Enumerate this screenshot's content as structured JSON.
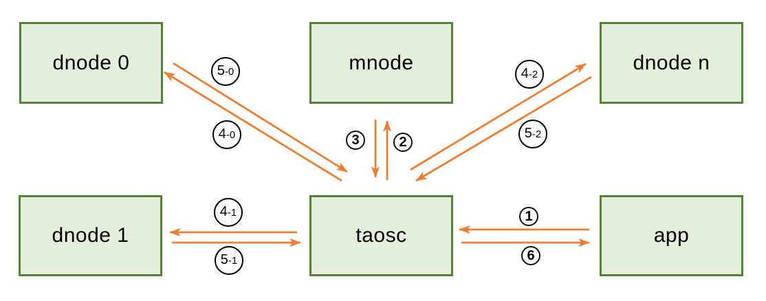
{
  "diagram": {
    "nodes": [
      {
        "id": "dnode0",
        "label": "dnode 0"
      },
      {
        "id": "mnode",
        "label": "mnode"
      },
      {
        "id": "dnoden",
        "label": "dnode n"
      },
      {
        "id": "dnode1",
        "label": "dnode 1"
      },
      {
        "id": "taosc",
        "label": "taosc"
      },
      {
        "id": "app",
        "label": "app"
      }
    ],
    "edges": [
      {
        "label": "5-0",
        "from": "dnode 0",
        "to": "taosc"
      },
      {
        "label": "4-0",
        "from": "taosc",
        "to": "dnode 0"
      },
      {
        "label": "3",
        "from": "mnode",
        "to": "taosc"
      },
      {
        "label": "2",
        "from": "taosc",
        "to": "mnode"
      },
      {
        "label": "4-2",
        "from": "taosc",
        "to": "dnode n"
      },
      {
        "label": "5-2",
        "from": "dnode n",
        "to": "taosc"
      },
      {
        "label": "4-1",
        "from": "taosc",
        "to": "dnode 1"
      },
      {
        "label": "5-1",
        "from": "dnode 1",
        "to": "taosc"
      },
      {
        "label": "1",
        "from": "app",
        "to": "taosc"
      },
      {
        "label": "6",
        "from": "taosc",
        "to": "app"
      }
    ],
    "colors": {
      "node_fill": "#e3efda",
      "node_border": "#548235",
      "arrow": "#ed7d31",
      "label_circle_border": "#000000",
      "text": "#000000"
    }
  }
}
